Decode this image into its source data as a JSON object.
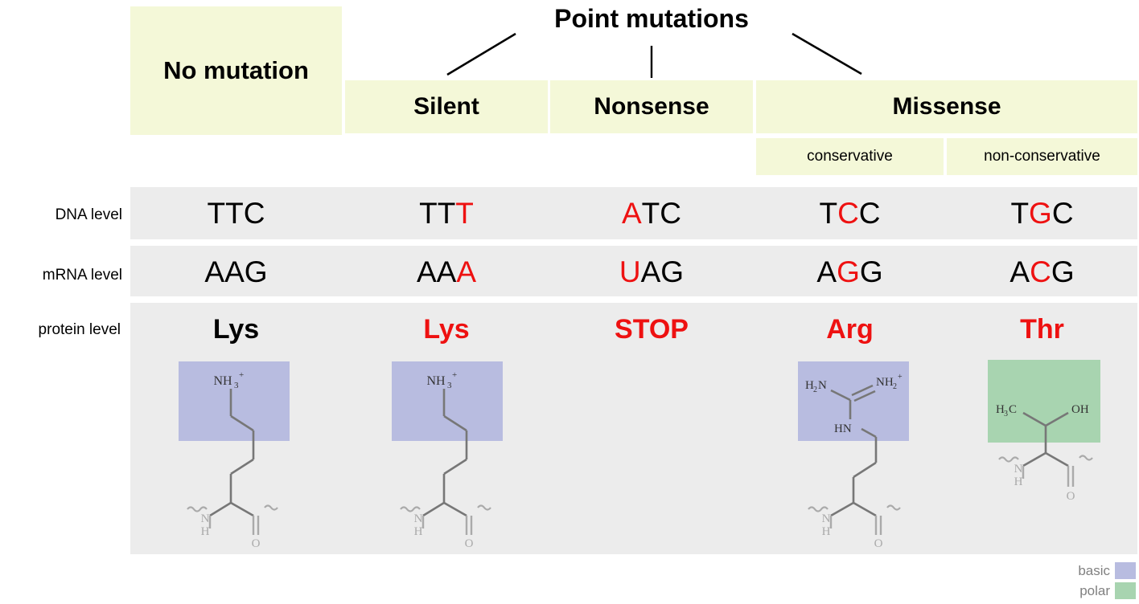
{
  "title": "Point mutations",
  "colors": {
    "header_bg": "#f4f8d8",
    "band_bg": "#ececec",
    "mutation_red": "#ee1111",
    "basic_swatch": "#b8bce0",
    "polar_swatch": "#a8d4b0",
    "bond_gray": "#808080",
    "label_gray": "#808080"
  },
  "headers": {
    "no_mutation": "No mutation",
    "silent": "Silent",
    "nonsense": "Nonsense",
    "missense": "Missense",
    "conservative": "conservative",
    "non_conservative": "non-conservative"
  },
  "row_labels": {
    "dna": "DNA level",
    "mrna": "mRNA level",
    "protein": "protein level"
  },
  "table": {
    "columns": [
      "No mutation",
      "Silent",
      "Nonsense",
      "Missense conservative",
      "Missense non-conservative"
    ],
    "dna": [
      {
        "normal": "TTC",
        "mutated": ""
      },
      {
        "normal": "TT",
        "mutated": "T"
      },
      {
        "normal": "",
        "mutated": "A",
        "after": "TC"
      },
      {
        "normal": "T",
        "mutated": "C",
        "after": "C"
      },
      {
        "normal": "T",
        "mutated": "G",
        "after": "C"
      }
    ],
    "mrna": [
      {
        "normal": "AAG",
        "mutated": ""
      },
      {
        "normal": "AA",
        "mutated": "A"
      },
      {
        "normal": "",
        "mutated": "U",
        "after": "AG"
      },
      {
        "normal": "A",
        "mutated": "G",
        "after": "G"
      },
      {
        "normal": "A",
        "mutated": "C",
        "after": "G"
      }
    ],
    "protein": [
      {
        "text": "Lys",
        "red": false
      },
      {
        "text": "Lys",
        "red": true
      },
      {
        "text": "STOP",
        "red": true
      },
      {
        "text": "Arg",
        "red": true
      },
      {
        "text": "Thr",
        "red": true
      }
    ]
  },
  "molecules": {
    "lysine": {
      "label_top": "NH",
      "sub": "3",
      "sup": "+",
      "amide_n": "N",
      "amide_h": "H",
      "carbonyl_o": "O",
      "box_class": "basic"
    },
    "arginine": {
      "label_left": "H",
      "left_sub": "2",
      "left_rest": "N",
      "label_right": "NH",
      "right_sub": "2",
      "right_sup": "+",
      "label_hn": "HN",
      "amide_n": "N",
      "amide_h": "H",
      "carbonyl_o": "O",
      "box_class": "basic"
    },
    "threonine": {
      "label_ch3_h": "H",
      "ch3_sub": "3",
      "ch3_c": "C",
      "label_oh": "OH",
      "amide_n": "N",
      "amide_h": "H",
      "carbonyl_o": "O",
      "box_class": "polar"
    }
  },
  "legend": {
    "basic": "basic",
    "polar": "polar"
  }
}
